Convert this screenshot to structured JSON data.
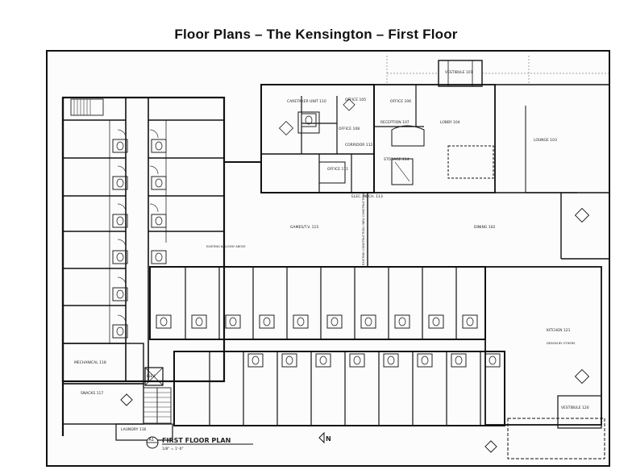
{
  "title": "Floor Plans – The Kensington – First Floor",
  "plan_caption": "FIRST FLOOR PLAN",
  "plan_scale": "1/8\" = 1'-0\"",
  "plan_ref": "A1",
  "north_label": "N",
  "rooms": {
    "vestibule_top": "VESTIBULE 101",
    "caretaker": "CARETAKER UNIT 110",
    "office_105": "OFFICE 105",
    "office_106": "OFFICE 106",
    "office_108": "OFFICE 108",
    "reception": "RECEPTION 107",
    "lobby": "LOBBY 104",
    "corridor": "CORRIDOR 112",
    "office_111": "OFFICE 111",
    "storage": "STORAGE 114",
    "elec": "ELEC. MECH. 113",
    "lounge": "LOUNGE 103",
    "games": "GAMES/T.V. 115",
    "dining": "DINING 102",
    "kitchen": "KITCHEN 121",
    "vestibule_kitchen": "VESTIBULE 120",
    "mechanical": "MECHANICAL 118",
    "snacks": "SNACKS 117",
    "laundry": "LAUNDRY 116",
    "elev": "ELEV."
  },
  "notes": {
    "balcony": "EXISTING BALCONY ABOVE",
    "construction": "EXISTING CONSTRUCTION / NEW CONSTRUCTION",
    "kitchen_note": "DESIGN BY OTHERS"
  }
}
